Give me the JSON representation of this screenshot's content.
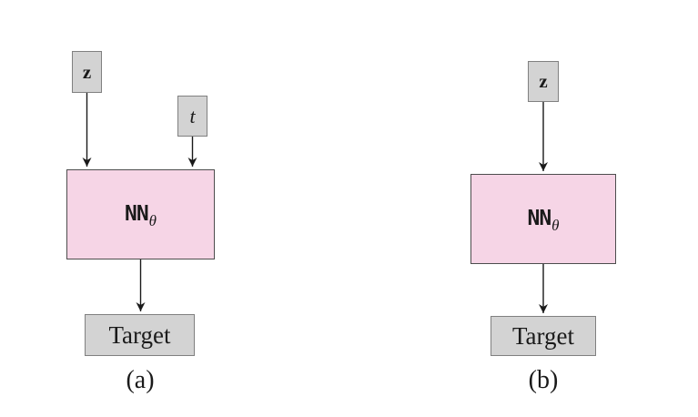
{
  "figure": {
    "background": "#ffffff",
    "colors": {
      "background": "#ffffff",
      "text": "#1a1a1a",
      "arrow": "#1a1a1a",
      "box_fill": "#d3d3d3",
      "box_border": "#808080",
      "nn_fill": "#f6d5e6",
      "nn_border": "#4d4d4d"
    },
    "diagrams": [
      {
        "caption": "(a)",
        "inputs": [
          {
            "label": "z"
          },
          {
            "label": "t"
          }
        ],
        "nn": {
          "main": "NN",
          "subscript": "θ"
        },
        "output": {
          "label": "Target"
        }
      },
      {
        "caption": "(b)",
        "inputs": [
          {
            "label": "z"
          }
        ],
        "nn": {
          "main": "NN",
          "subscript": "θ"
        },
        "output": {
          "label": "Target"
        }
      }
    ]
  }
}
